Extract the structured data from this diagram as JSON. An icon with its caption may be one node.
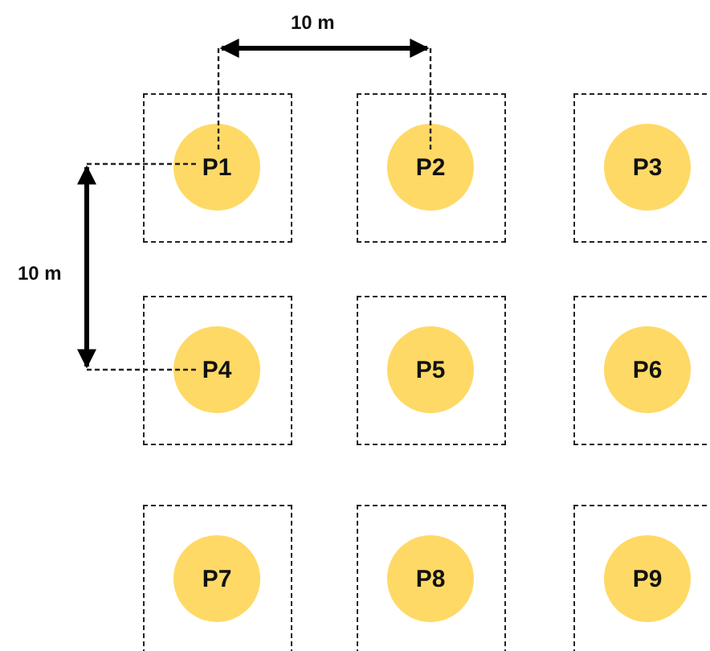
{
  "diagram": {
    "nodes": [
      {
        "text": [],
        "shape": "box"
      },
      {
        "text": [
          "P1"
        ],
        "in": 0
      },
      {
        "text": [],
        "shape": "box"
      },
      {
        "text": [
          "P2"
        ],
        "in": 2
      },
      {
        "text": [],
        "shape": "box"
      },
      {
        "text": [
          "P3"
        ],
        "in": 4
      },
      {
        "text": [],
        "shape": "box"
      },
      {
        "text": [
          "P4"
        ],
        "in": 6
      },
      {
        "text": [],
        "shape": "box"
      },
      {
        "text": [
          "P5"
        ],
        "in": 8
      },
      {
        "text": [],
        "shape": "box"
      },
      {
        "text": [
          "P6"
        ],
        "in": 10
      },
      {
        "text": [],
        "shape": "box"
      },
      {
        "text": [
          "P7"
        ],
        "in": 12
      },
      {
        "text": [],
        "shape": "box"
      },
      {
        "text": [
          "P8"
        ],
        "in": 14
      },
      {
        "text": [],
        "shape": "box"
      },
      {
        "text": [
          "P9"
        ],
        "in": 16
      }
    ],
    "labels": [
      "10 m",
      "10 m"
    ]
  }
}
